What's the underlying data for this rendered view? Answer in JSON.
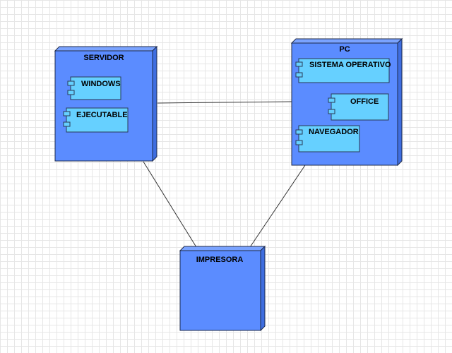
{
  "diagram": {
    "colors": {
      "node_front": "#5b8cff",
      "node_side": "#3f6ee0",
      "node_top": "#7aa3ff",
      "node_border": "#1e2a4a",
      "component_fill": "#66d0ff",
      "component_border": "#2a3a55",
      "connector": "#333333"
    },
    "nodes": {
      "servidor": {
        "label": "SERVIDOR",
        "components": {
          "windows": {
            "label": "WINDOWS"
          },
          "ejecutable": {
            "label": "EJECUTABLE"
          }
        }
      },
      "pc": {
        "label": "PC",
        "components": {
          "sistema_operativo": {
            "label": "SISTEMA OPERATIVO"
          },
          "office": {
            "label": "OFFICE"
          },
          "navegador": {
            "label": "NAVEGADOR"
          }
        }
      },
      "impresora": {
        "label": "IMPRESORA",
        "components": {}
      }
    },
    "connections": [
      {
        "from": "servidor",
        "to": "pc"
      },
      {
        "from": "servidor",
        "to": "impresora"
      },
      {
        "from": "pc",
        "to": "impresora"
      }
    ]
  }
}
